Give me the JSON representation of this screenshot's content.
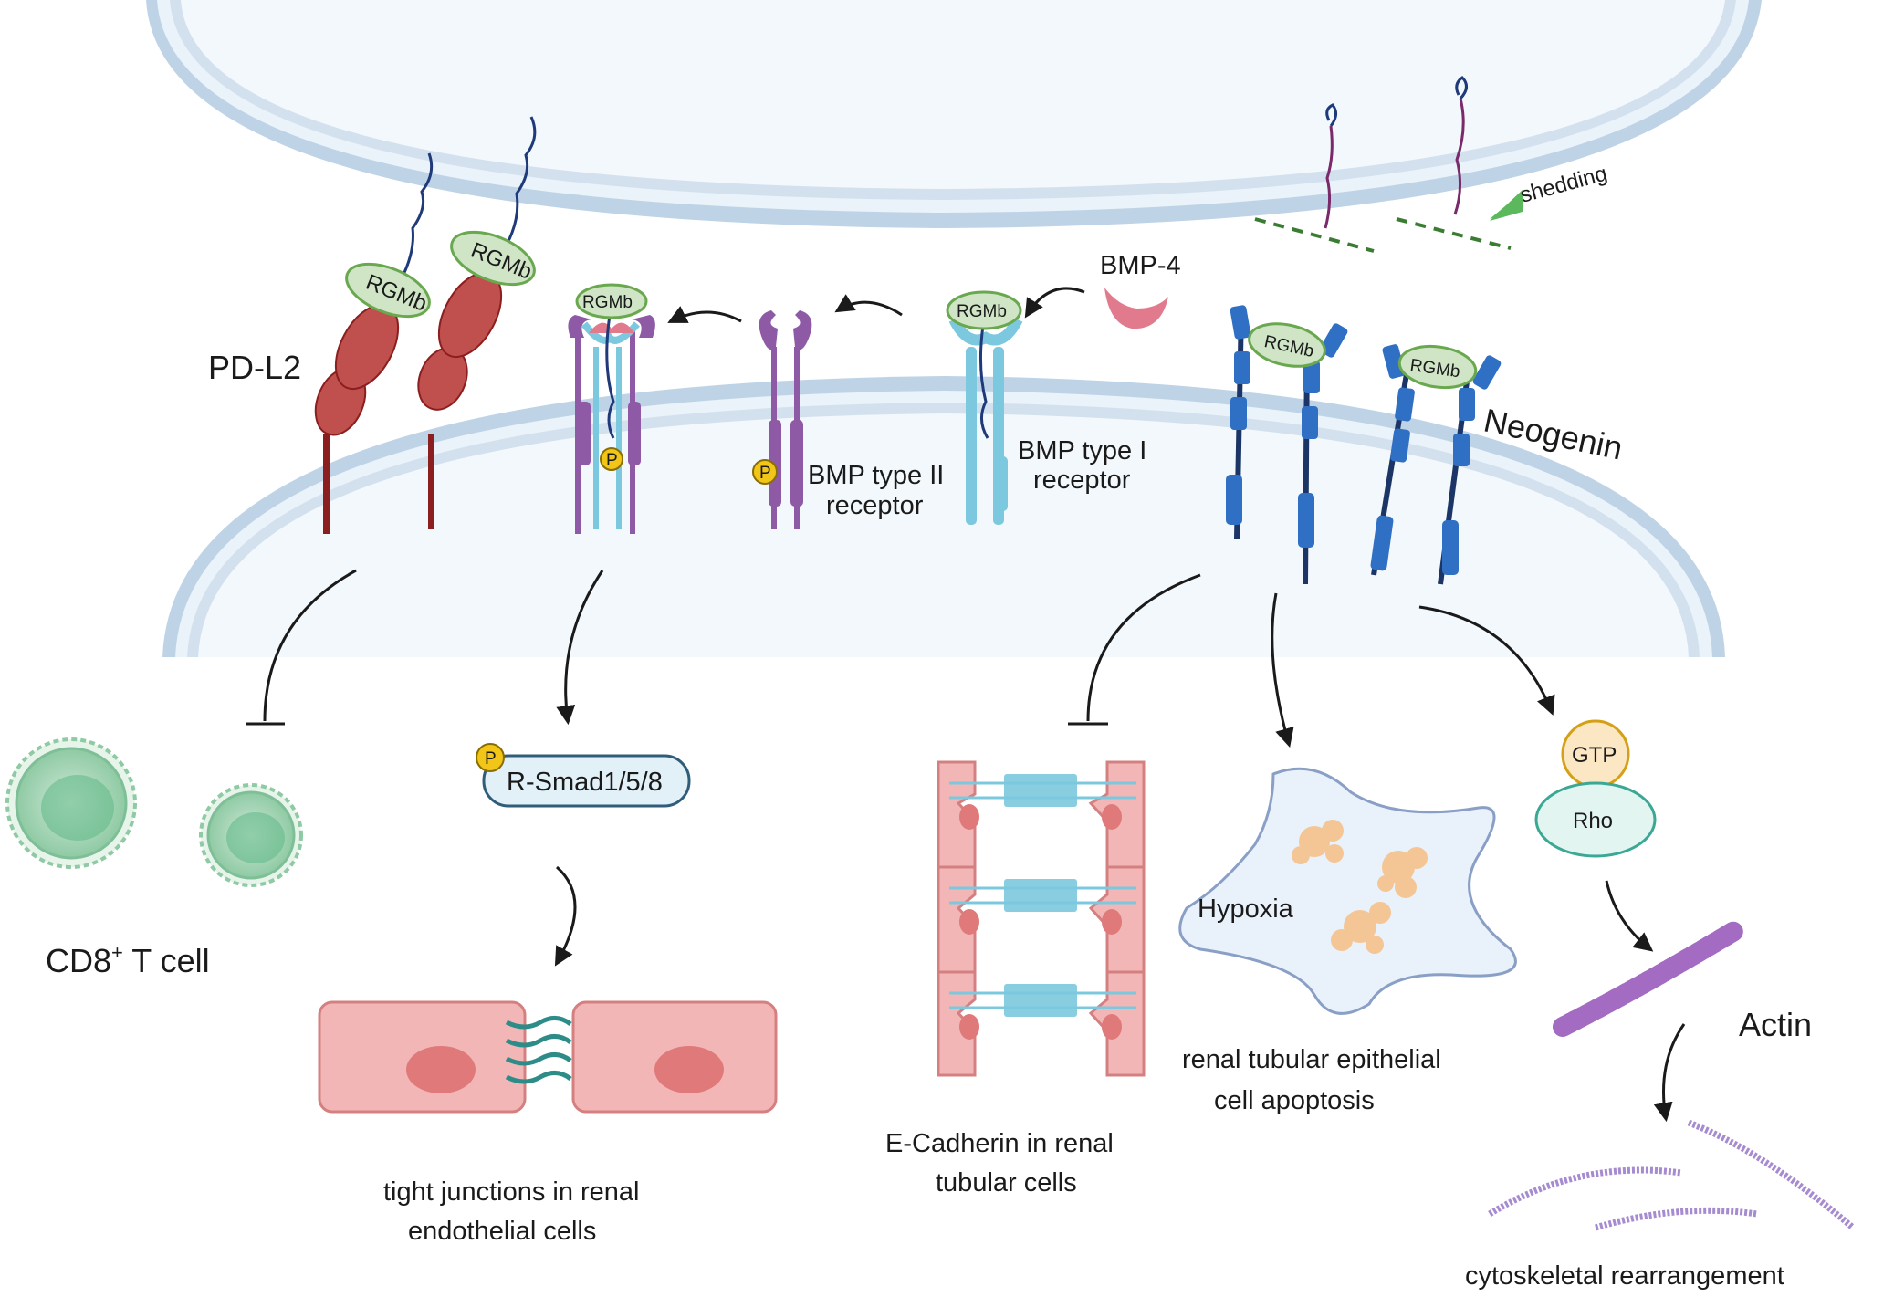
{
  "labels": {
    "pdl2": "PD-L2",
    "rgmb": "RGMb",
    "bmp4": "BMP-4",
    "bmp_type2": [
      "BMP type II",
      "receptor"
    ],
    "bmp_type1": [
      "BMP type I",
      "receptor"
    ],
    "neogenin": "Neogenin",
    "shedding": "shedding",
    "phospho": "P",
    "rsmad": "R-Smad1/5/8",
    "cd8_main": "CD8",
    "cd8_sup": "+",
    "cd8_rest": " T cell",
    "tight_junctions": [
      "tight junctions in renal",
      "endothelial cells"
    ],
    "ecadherin": [
      "E-Cadherin in renal",
      "tubular cells"
    ],
    "hypoxia": "Hypoxia",
    "apoptosis": [
      "renal tubular epithelial",
      "cell apoptosis"
    ],
    "gtp": "GTP",
    "rho": "Rho",
    "actin": "Actin",
    "cytoskeletal": "cytoskeletal rearrangement"
  },
  "colors": {
    "membrane_outer": "#bfd3e6",
    "cell_fill": "#eaf2fa",
    "pdl2": "#c0504d",
    "rgmb_fill": "#cfe5c6",
    "rgmb_stroke": "#6aa84f",
    "bmp_type2": "#8e5aa6",
    "bmp_type1": "#7cc8de",
    "bmp4": "#e07a8c",
    "neogenin": "#2f6fc4",
    "phospho": "#f2c618",
    "rsmad_fill": "#e2f0f7",
    "rsmad_stroke": "#2f5d7a",
    "tcell": "#8fcaa4",
    "endothelial": "#f2b6b6",
    "gtp_fill": "#fbe7c4",
    "gtp_stroke": "#d4a017",
    "rho_fill": "#e2f5f1",
    "rho_stroke": "#3aa895",
    "actin": "#a36bc1",
    "shedding_triangle": "#5cb85c"
  }
}
